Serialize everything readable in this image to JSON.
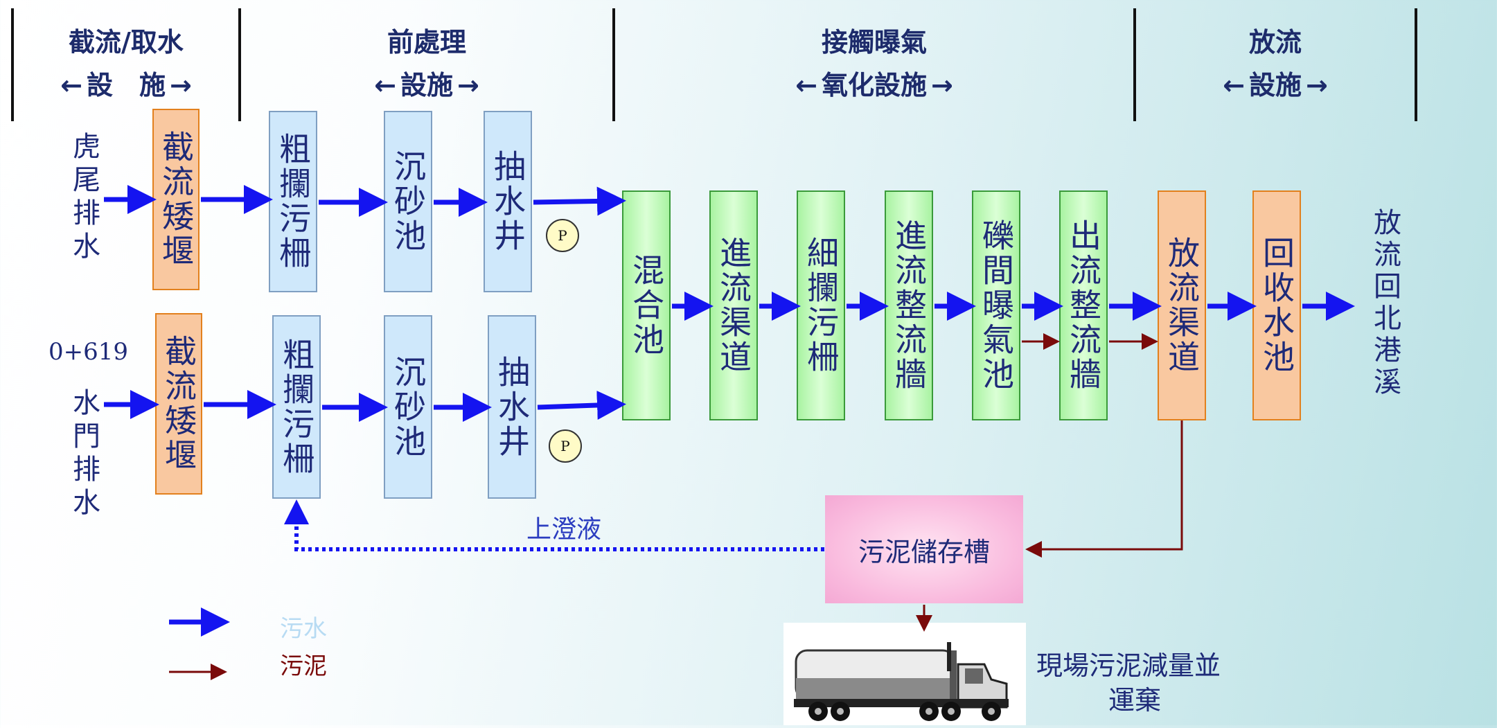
{
  "headers": [
    {
      "line1": "截流/取水",
      "line2": "設　施",
      "arrow_left": "←",
      "arrow_right": "→"
    },
    {
      "line1": "前處理",
      "line2": "設施",
      "arrow_left": "←",
      "arrow_right": "→"
    },
    {
      "line1": "接觸曝氣",
      "line2": "氧化設施",
      "arrow_left": "←",
      "arrow_right": "→"
    },
    {
      "line1": "放流",
      "line2": "設施",
      "arrow_left": "←",
      "arrow_right": "→"
    }
  ],
  "sources": {
    "tiger": "虎尾排水",
    "station": "0+619",
    "gate": "水門排水"
  },
  "line1": {
    "weir": "截流矮堰",
    "screen": "粗攔污柵",
    "grit": "沉砂池",
    "well": "抽水井"
  },
  "line2": {
    "weir": "截流矮堰",
    "screen": "粗攔污柵",
    "grit": "沉砂池",
    "well": "抽水井"
  },
  "pump_label": "P",
  "aeration": {
    "mix": "混合池",
    "inlet": "進流渠道",
    "fine_screen": "細攔污柵",
    "inlet_wall": "進流整流牆",
    "gravel": "礫間曝氣池",
    "outlet_wall": "出流整流牆"
  },
  "discharge": {
    "channel": "放流渠道",
    "recovery": "回收水池",
    "outlet": "放流回北港溪"
  },
  "sludge": {
    "tank": "污泥儲存槽",
    "supernatant": "上澄液",
    "disposal_line1": "現場污泥減量並",
    "disposal_line2": "運棄"
  },
  "legend": {
    "sewage": "污水",
    "sludge": "污泥"
  },
  "colors": {
    "sewage_arrow": "#1414f0",
    "sludge_arrow": "#7a0a0a",
    "legend_sewage_text": "#b7dbf3",
    "legend_sludge_text": "#7a0a0a"
  }
}
